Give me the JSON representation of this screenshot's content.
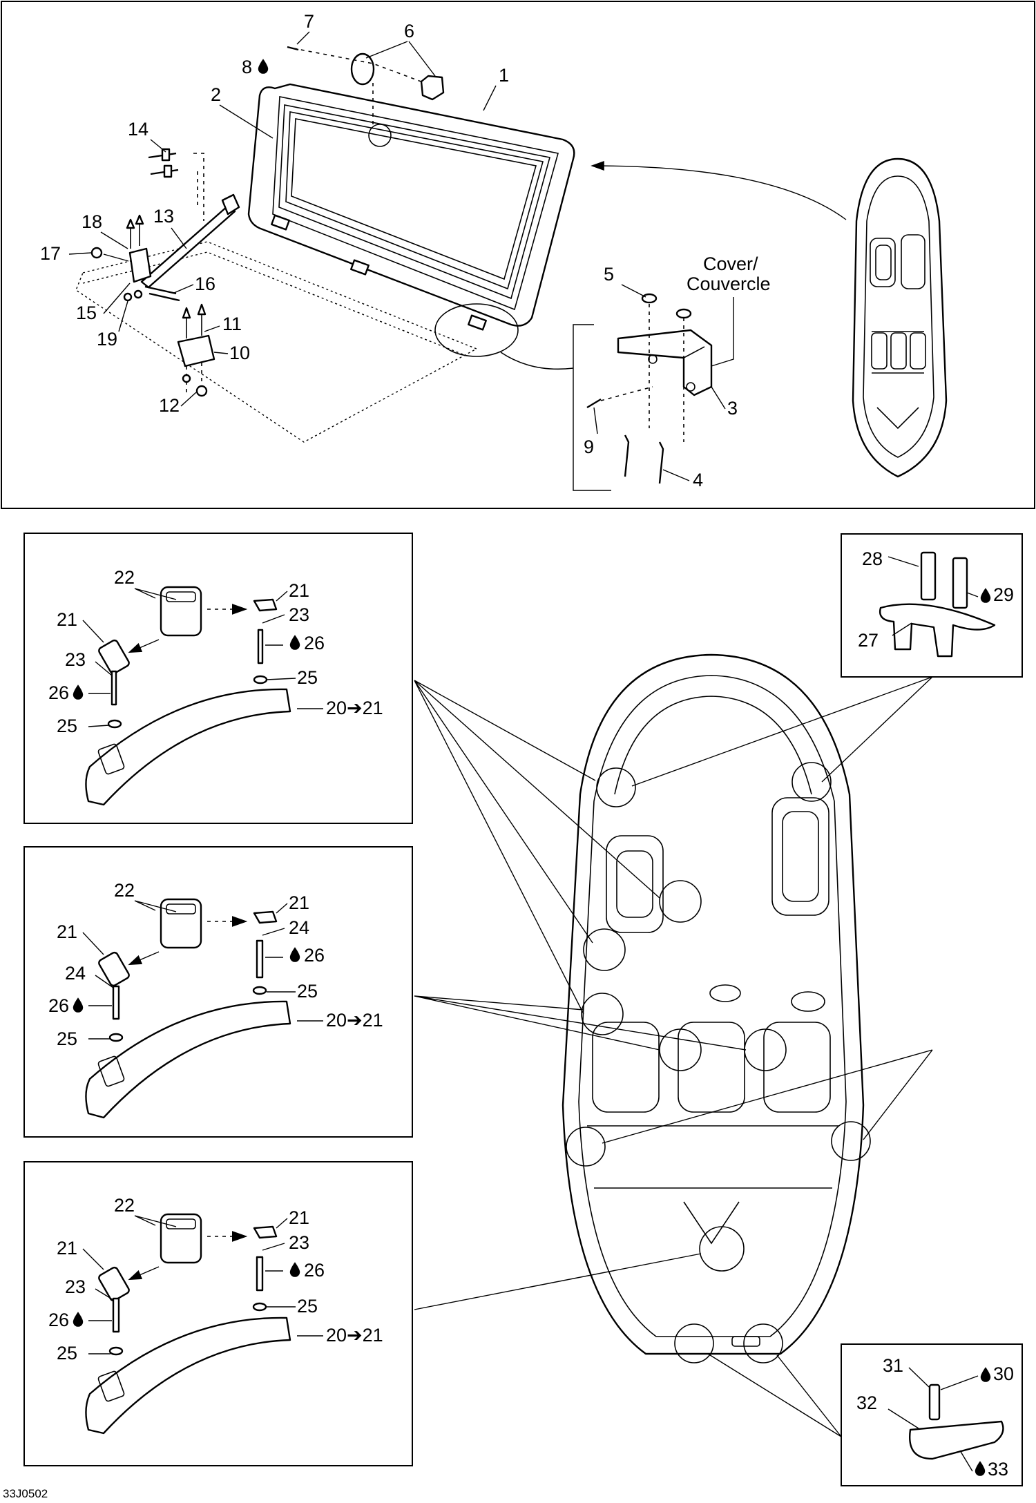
{
  "diagram_id": "33J0502",
  "cover_label": {
    "line1": "Cover/",
    "line2": "Couvercle"
  },
  "callouts": {
    "c1": "1",
    "c2": "2",
    "c3": "3",
    "c4": "4",
    "c5": "5",
    "c6": "6",
    "c7": "7",
    "c8": "8",
    "c9": "9",
    "c10": "10",
    "c11": "11",
    "c12": "12",
    "c13": "13",
    "c14": "14",
    "c15": "15",
    "c16": "16",
    "c17": "17",
    "c18": "18",
    "c19": "19",
    "c20": "20",
    "c21": "21",
    "c22": "22",
    "c23": "23",
    "c24": "24",
    "c25": "25",
    "c26": "26",
    "c27": "27",
    "c28": "28",
    "c29": "29",
    "c30": "30",
    "c31": "31",
    "c32": "32",
    "c33": "33"
  },
  "arrow_label": "20➔21",
  "icons": {
    "adhesive": "drop-icon",
    "arrow": "arrow-right-icon"
  }
}
